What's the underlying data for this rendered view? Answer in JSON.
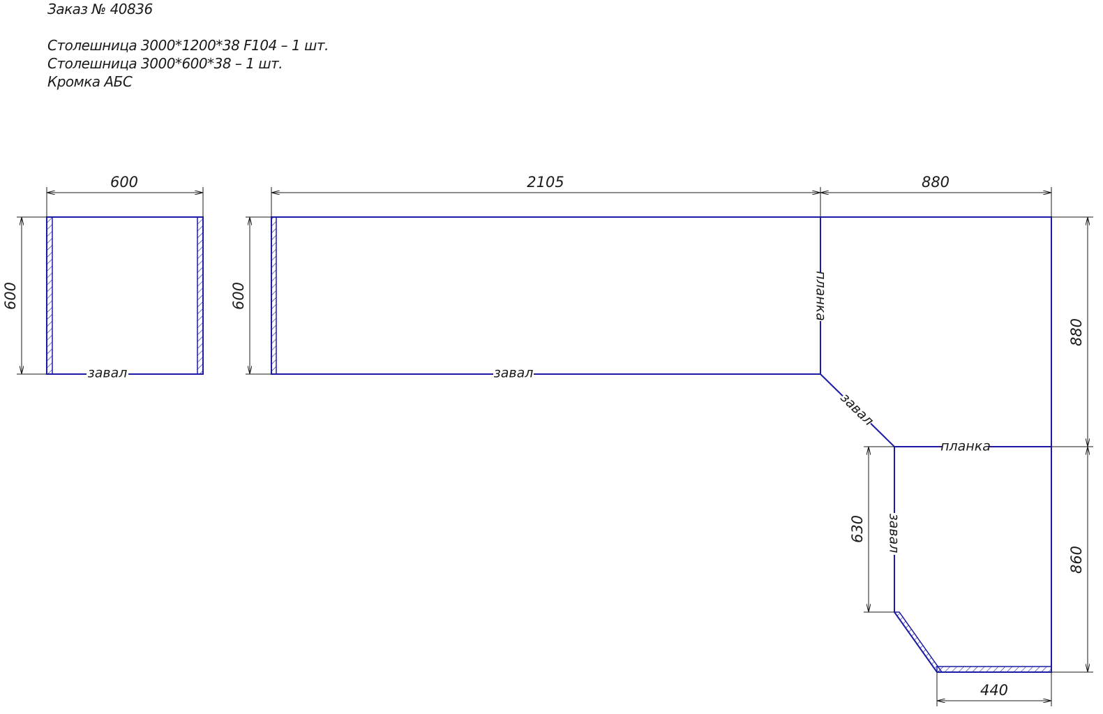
{
  "header": {
    "order": "Заказ № 40836",
    "line1": "Столешница 3000*1200*38 F104 – 1 шт.",
    "line2": "Столешница 3000*600*38 – 1 шт.",
    "line3": "Кромка АБС"
  },
  "dimensions": {
    "small_width": "600",
    "small_height": "600",
    "main_width": "2105",
    "corner_width": "880",
    "main_height": "600",
    "right_upper": "880",
    "right_lower": "860",
    "inner_height": "630",
    "bottom_width": "440"
  },
  "labels": {
    "small_bottom": "завал",
    "main_bottom": "завал",
    "diagonal": "завал",
    "joint_vertical": "планка",
    "joint_horizontal": "планка",
    "inner_vertical": "завал"
  },
  "colors": {
    "outline": "#1a1aa6",
    "dimension": "#1a1a1a"
  }
}
